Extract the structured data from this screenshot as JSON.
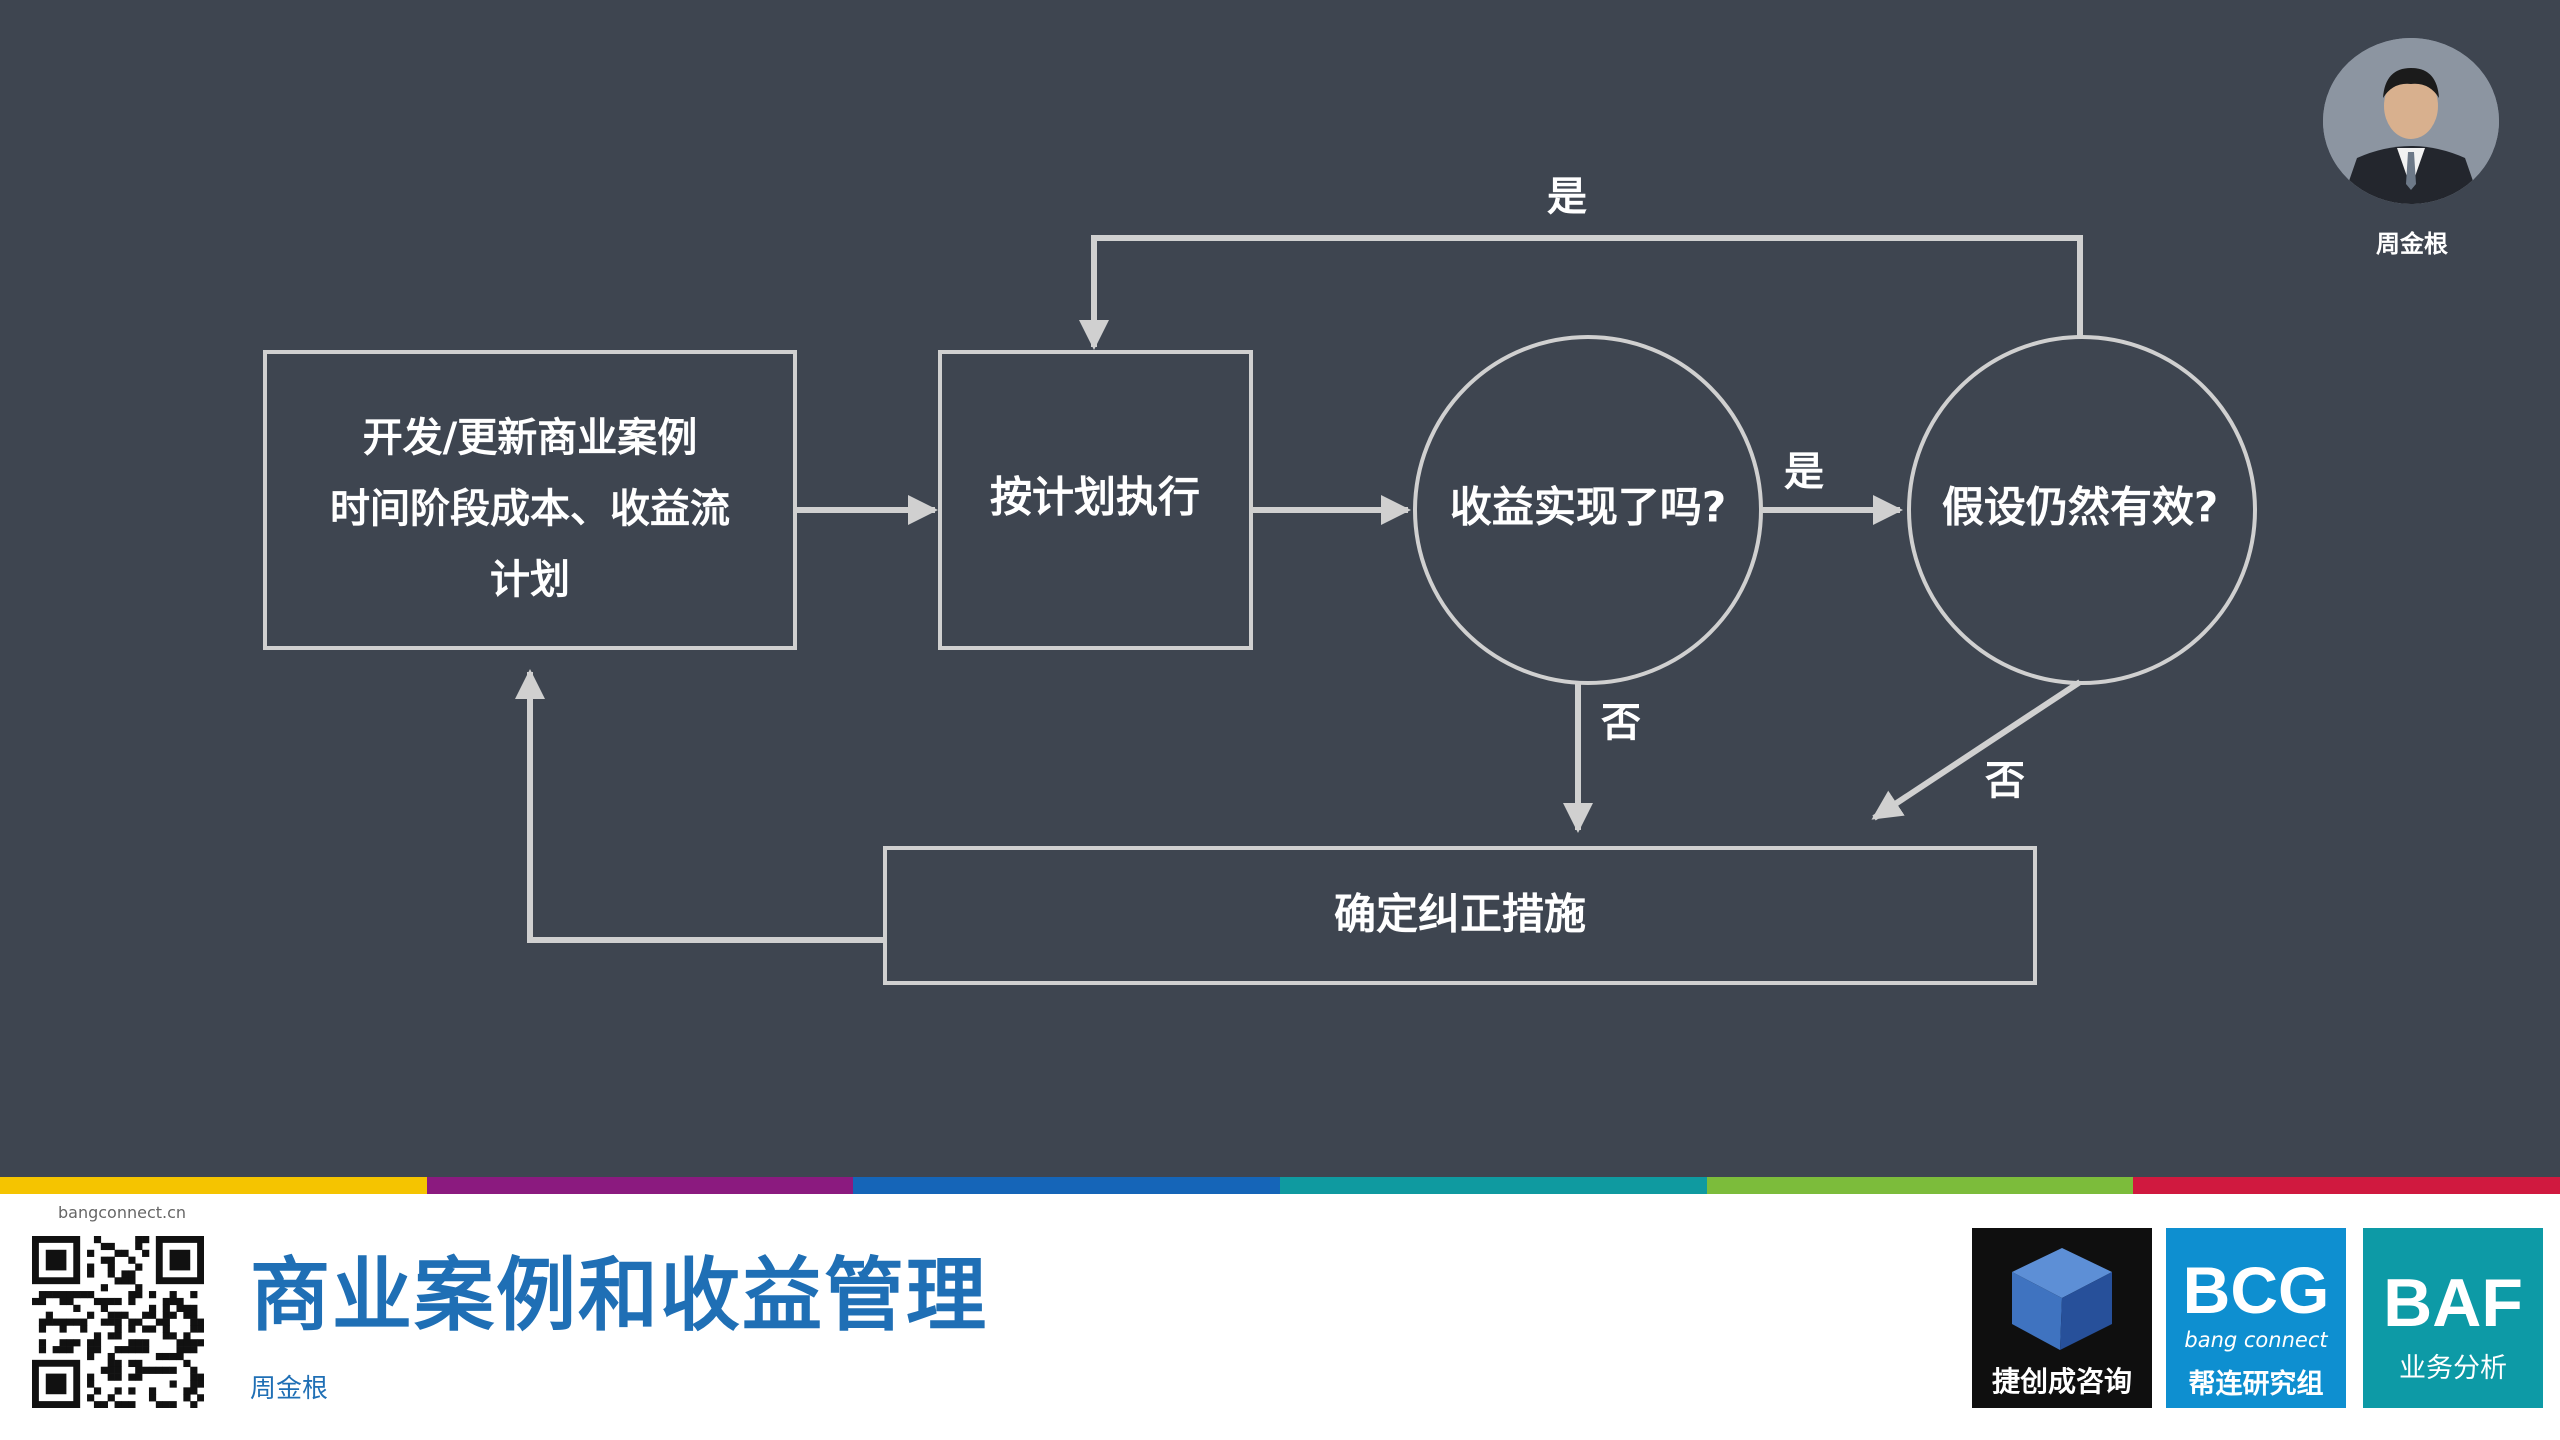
{
  "diagram": {
    "nodes": {
      "develop_case": [
        "开发/更新商业案例",
        "时间阶段成本、收益流",
        "计划"
      ],
      "execute_plan": "按计划执行",
      "benefits_realized": "收益实现了吗?",
      "assumptions_valid": "假设仍然有效?",
      "corrective_action": "确定纠正措施"
    },
    "edge_labels": {
      "yes_top": "是",
      "yes_middle": "是",
      "no_left": "否",
      "no_right": "否"
    }
  },
  "presenter": {
    "name": "周金根"
  },
  "footer": {
    "site_url": "bangconnect.cn",
    "title": "商业案例和收益管理",
    "author": "周金根",
    "color_bar": [
      "#f5c400",
      "#8b1a7f",
      "#1565b8",
      "#0f9aa0",
      "#7cbc3b",
      "#d0193f"
    ],
    "logos": {
      "jiechuang": {
        "caption": "捷创成咨询"
      },
      "bcg": {
        "big": "BCG",
        "sub": "bang connect",
        "caption": "帮连研究组"
      },
      "baf": {
        "big": "BAF",
        "caption": "业务分析"
      }
    }
  },
  "colors": {
    "background": "#3e4550",
    "stroke": "#d0d0d0",
    "title_blue": "#1f6fb5"
  }
}
